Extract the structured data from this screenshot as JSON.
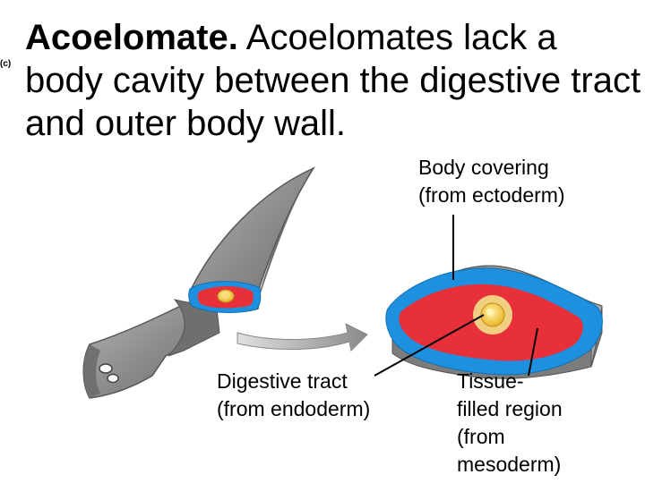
{
  "panel_label": "(c)",
  "title": {
    "bold": "Acoelomate.",
    "text": " Acoelomates lack a body cavity between the digestive tract and outer body wall."
  },
  "labels": {
    "body_covering": [
      "Body covering",
      "(from ectoderm)"
    ],
    "digestive_tract": [
      "Digestive tract",
      "(from endoderm)"
    ],
    "tissue_filled": [
      "Tissue-",
      "filled region",
      "(from",
      "mesoderm)"
    ]
  },
  "colors": {
    "ectoderm": "#1e90e0",
    "mesoderm": "#e8303a",
    "endoderm": "#f2c233",
    "animal_body": "#8c8c8c",
    "leader_line": "#000000"
  }
}
